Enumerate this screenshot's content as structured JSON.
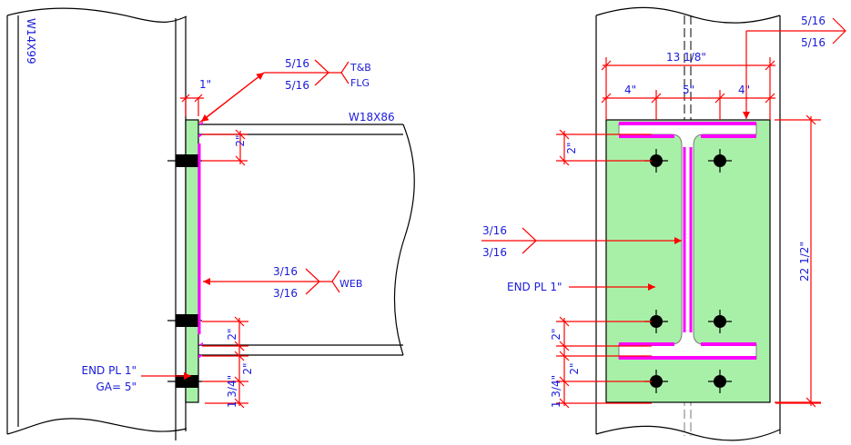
{
  "side_view": {
    "column_label": "W14X99",
    "beam_label": "W18X86",
    "plate_thickness_dim": "1\"",
    "flange_weld": {
      "top_size": "5/16",
      "bottom_size": "5/16",
      "tail_line1": "T&B",
      "tail_line2": "FLG"
    },
    "web_weld": {
      "top_size": "3/16",
      "bottom_size": "3/16",
      "tail": "WEB"
    },
    "dims": {
      "top_bolt_offset": "2\"",
      "bottom_bolt_offset": "2\"",
      "bottom_flange_to_bolt": "2\"",
      "edge_distance": "1 3/4\""
    },
    "end_plate_note": {
      "line1": "END PL 1\"",
      "line2": "GA= 5\""
    }
  },
  "front_view": {
    "flange_weld": {
      "top_size": "5/16",
      "bottom_size": "5/16"
    },
    "web_weld": {
      "top_size": "3/16",
      "bottom_size": "3/16"
    },
    "plate_width": "13 1/8\"",
    "bolt_spacing": {
      "left_edge": "4\"",
      "gage": "5\"",
      "right_edge": "4\""
    },
    "plate_height": "22 1/2\"",
    "dims": {
      "top_bolt_offset": "2\"",
      "bottom_bolt_offset": "2\"",
      "bottom_flange_to_bolt": "2\"",
      "edge_distance": "1 3/4\""
    },
    "end_plate_label": "END PL 1\""
  },
  "colors": {
    "dimension": "#ff0000",
    "text": "#1a1adb",
    "weld": "#ff00ff",
    "plate": "#a8f0a8"
  }
}
